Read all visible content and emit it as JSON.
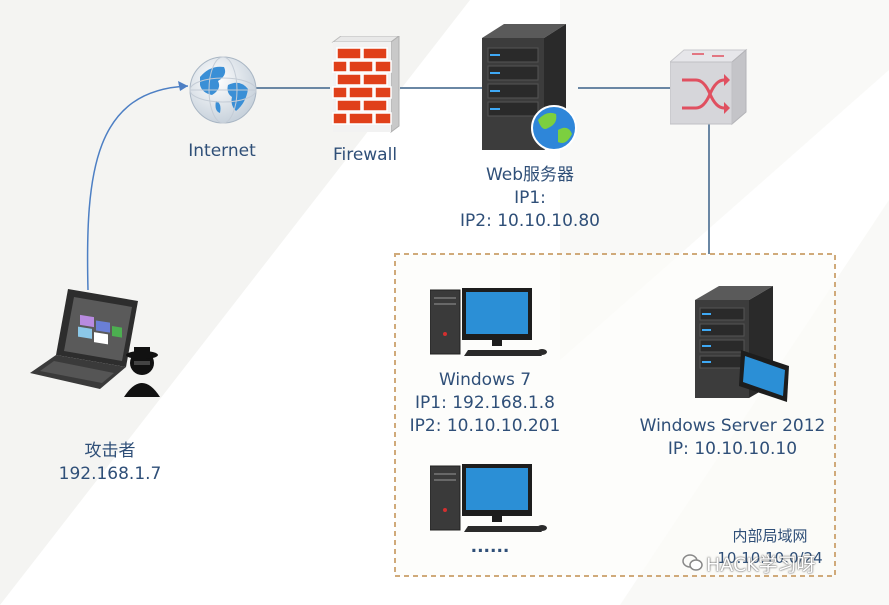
{
  "nodes": {
    "internet": {
      "label": "Internet"
    },
    "firewall": {
      "label": "Firewall"
    },
    "web_server": {
      "title": "Web服务器",
      "ip1": "IP1:",
      "ip2": "IP2:  10.10.10.80"
    },
    "attacker": {
      "title": "攻击者",
      "ip": "192.168.1.7"
    },
    "win7": {
      "title": "Windows 7",
      "ip1": "IP1:  192.168.1.8",
      "ip2": "IP2:  10.10.10.201"
    },
    "more_hosts": {
      "label": "......"
    },
    "win_server": {
      "title": "Windows Server 2012",
      "ip": "IP:  10.10.10.10"
    },
    "intranet": {
      "title": "内部局域网",
      "subnet": "10.10.10.0/24"
    }
  },
  "watermark": {
    "text": "HACK学习呀"
  },
  "colors": {
    "label_text": "#2f4f78",
    "wire": "#6a87a4",
    "zone_border": "#d0aa7a",
    "link_curve": "#4d7fc4",
    "firewall_brick": "#e0401a"
  },
  "icons": {
    "internet": "globe-icon",
    "firewall": "brick-wall-icon",
    "web_server": "server-tower-icon",
    "switch": "network-switch-icon",
    "attacker": "laptop-hacker-icon",
    "win7": "desktop-pc-icon",
    "win_server": "server-monitor-icon"
  }
}
